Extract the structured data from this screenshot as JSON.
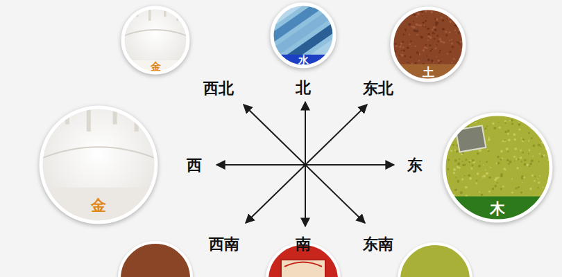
{
  "diagram": {
    "nodes": [
      {
        "text": [
          "金"
        ]
      },
      {
        "text": [
          "水"
        ]
      },
      {
        "text": [
          "土"
        ]
      },
      {
        "text": [
          "金"
        ]
      },
      {
        "text": [
          "木"
        ]
      }
    ],
    "labels": [
      "西北",
      "北",
      "东北",
      "西",
      "东",
      "西南",
      "南",
      "东南"
    ]
  }
}
